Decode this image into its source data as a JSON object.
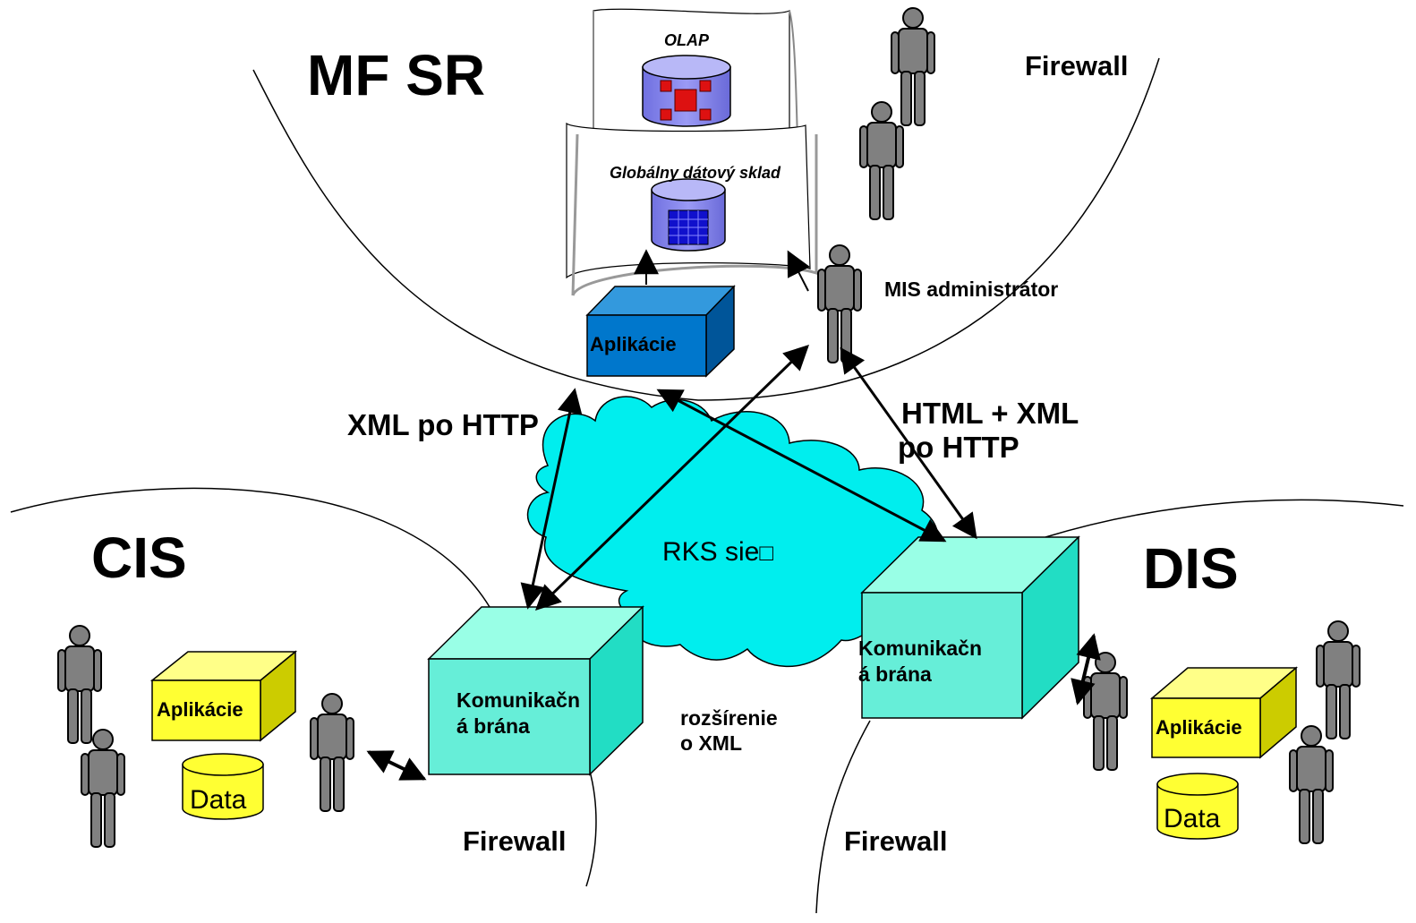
{
  "regions": {
    "mf_sr": "MF SR",
    "cis": "CIS",
    "dis": "DIS"
  },
  "firewall_labels": [
    "Firewall",
    "Firewall",
    "Firewall"
  ],
  "protocol_labels": {
    "xml_http": "XML po HTTP",
    "html_xml_line1": "HTML + XML",
    "html_xml_line2": "po HTTP"
  },
  "mf_sr": {
    "olap_title": "OLAP",
    "warehouse_title": "Globálny dátový sklad",
    "app_box": "Aplikácie",
    "admin_label": "MIS administrátor"
  },
  "network": {
    "cloud_label": "RKS sie",
    "cloud_missing_glyph": "□",
    "extension_line1": "rozšírenie",
    "extension_line2": "o XML"
  },
  "cis": {
    "gateway_line1": "Komunikačn",
    "gateway_line2": "á brána",
    "app_box": "Aplikácie",
    "data_cylinder": "Data"
  },
  "dis": {
    "gateway_line1": "Komunikačn",
    "gateway_line2": "á brána",
    "app_box": "Aplikácie",
    "data_cylinder": "Data"
  },
  "colors": {
    "cloud": "#00eeee",
    "gateway_front": "#66eed8",
    "gateway_top": "#99ffe6",
    "gateway_side": "#22ddc4",
    "app_blue": "#0077cc",
    "app_yellow": "#ffff33",
    "person": "#808080",
    "db_purple": "#8888ee",
    "olap_red": "#dd1111"
  },
  "icons": [
    "person-icon",
    "database-icon",
    "cube-icon",
    "cloud-icon",
    "olap-cube-icon",
    "table-icon"
  ]
}
